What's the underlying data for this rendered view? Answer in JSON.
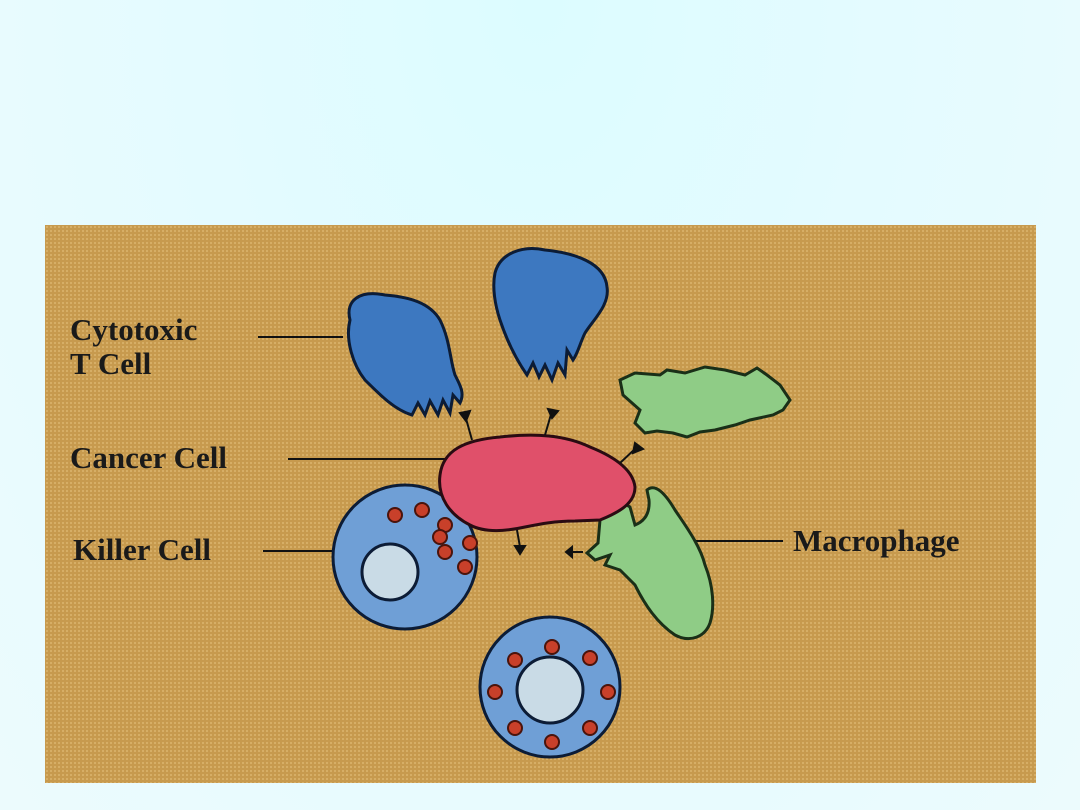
{
  "labels": {
    "cytotoxic_t_cell": "Cytotoxic\nT Cell",
    "cancer_cell": "Cancer Cell",
    "killer_cell": "Killer Cell",
    "macrophage": "Macrophage"
  },
  "colors": {
    "background": "#c79a4e",
    "t_cell": "#3d78c0",
    "cancer_cell": "#e0506a",
    "killer_cell": "#6f9fd6",
    "killer_nucleus": "#c9dbe6",
    "granule": "#c8402a",
    "macrophage": "#8fcc86"
  }
}
